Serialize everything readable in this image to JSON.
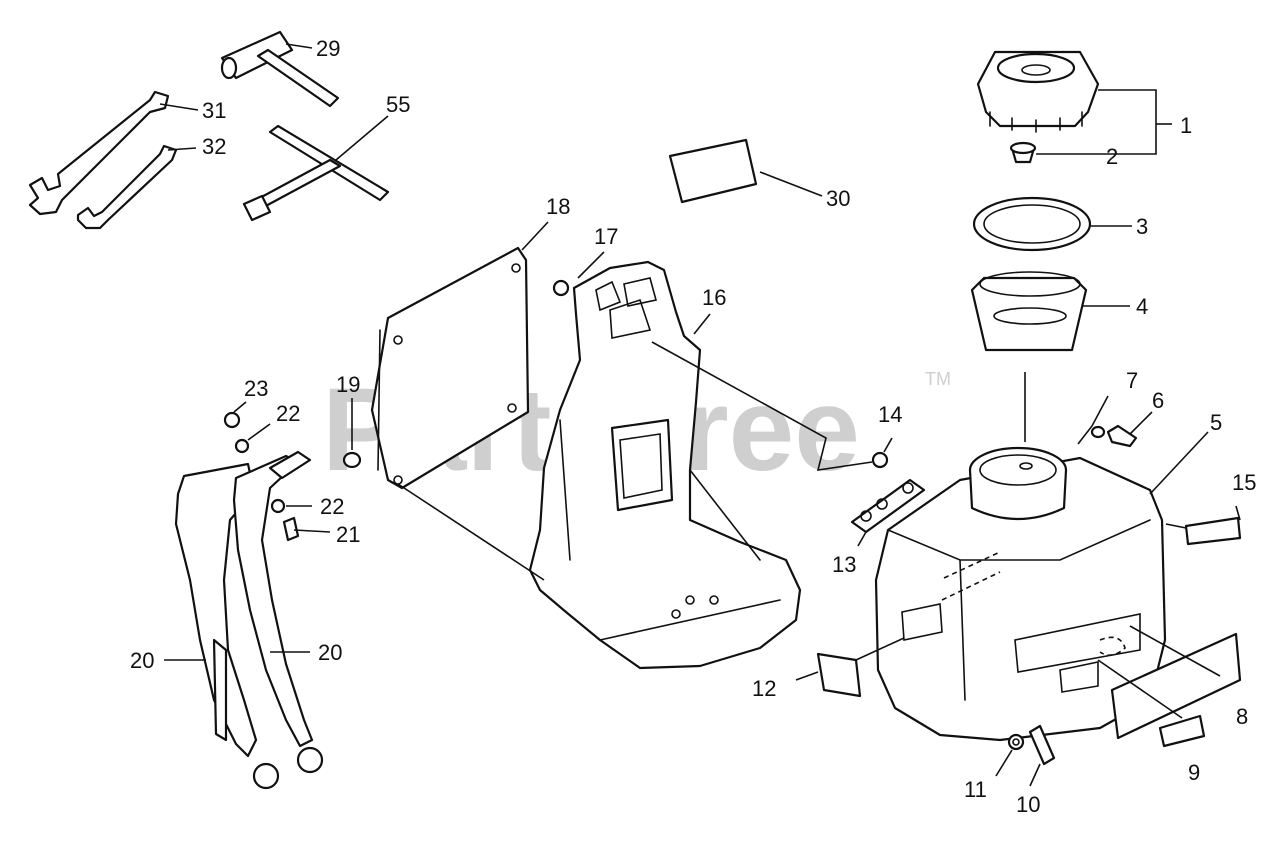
{
  "watermark": {
    "text": "PartsTree",
    "trademark": "TM"
  },
  "callouts": [
    {
      "id": "c1",
      "label": "1"
    },
    {
      "id": "c2",
      "label": "2"
    },
    {
      "id": "c3",
      "label": "3"
    },
    {
      "id": "c4",
      "label": "4"
    },
    {
      "id": "c5",
      "label": "5"
    },
    {
      "id": "c6",
      "label": "6"
    },
    {
      "id": "c7",
      "label": "7"
    },
    {
      "id": "c8",
      "label": "8"
    },
    {
      "id": "c9",
      "label": "9"
    },
    {
      "id": "c10",
      "label": "10"
    },
    {
      "id": "c11",
      "label": "11"
    },
    {
      "id": "c12",
      "label": "12"
    },
    {
      "id": "c13",
      "label": "13"
    },
    {
      "id": "c14",
      "label": "14"
    },
    {
      "id": "c15",
      "label": "15"
    },
    {
      "id": "c16",
      "label": "16"
    },
    {
      "id": "c17",
      "label": "17"
    },
    {
      "id": "c18",
      "label": "18"
    },
    {
      "id": "c19",
      "label": "19"
    },
    {
      "id": "c20a",
      "label": "20"
    },
    {
      "id": "c20b",
      "label": "20"
    },
    {
      "id": "c21",
      "label": "21"
    },
    {
      "id": "c22a",
      "label": "22"
    },
    {
      "id": "c22b",
      "label": "22"
    },
    {
      "id": "c23",
      "label": "23"
    },
    {
      "id": "c29",
      "label": "29"
    },
    {
      "id": "c30",
      "label": "30"
    },
    {
      "id": "c31",
      "label": "31"
    },
    {
      "id": "c32",
      "label": "32"
    },
    {
      "id": "c55",
      "label": "55"
    }
  ]
}
